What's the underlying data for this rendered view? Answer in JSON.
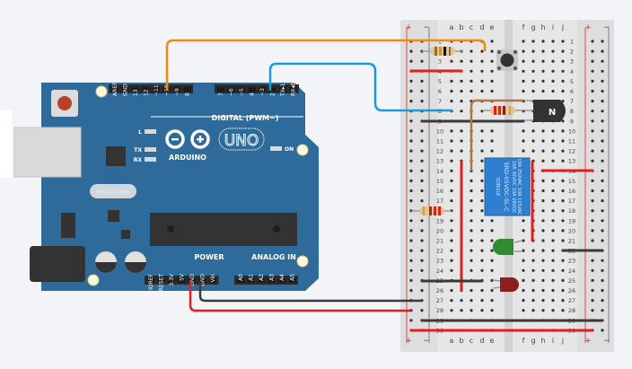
{
  "arduino": {
    "brand": "ARDUINO",
    "model": "UNO",
    "crystal_label": "SPK16.000G",
    "digital_header_label": "DIGITAL (PWM~)",
    "power_header_label": "POWER",
    "analog_header_label": "ANALOG IN",
    "led_labels": {
      "l": "L",
      "tx": "TX",
      "rx": "RX",
      "on": "ON"
    },
    "digital_pins_left": [
      "AREF",
      "GND",
      "13",
      "12",
      "~11",
      "~10",
      "~9",
      "8"
    ],
    "digital_pins_right": [
      "7",
      "~6",
      "~5",
      "4",
      "~3",
      "2",
      "TX▸1",
      "RX◂0"
    ],
    "power_pins": [
      "IOREF",
      "RESET",
      "3.3V",
      "5V",
      "GND",
      "GND",
      "Vin"
    ],
    "analog_pins": [
      "A0",
      "A1",
      "A2",
      "A3",
      "A4",
      "A5"
    ],
    "colors": {
      "board": "#2f6b9a",
      "header": "#2b2b2b",
      "silk": "#ffffff"
    }
  },
  "breadboard": {
    "columns_left": [
      "a",
      "b",
      "c",
      "d",
      "e"
    ],
    "columns_right": [
      "f",
      "g",
      "h",
      "i",
      "j"
    ],
    "rail_plus": "+",
    "rail_minus": "−",
    "row_count": 30,
    "colors": {
      "body": "#e3e3e3",
      "rail_plus": "#d12a2a",
      "rail_minus": "#555555"
    }
  },
  "components": {
    "relay": {
      "brand": "SONGLE",
      "model": "SRD-05VDC-SL-C",
      "ratings": [
        "10A 250VAC  10A 125VAC",
        "10A 30VDC  10A 28VDC"
      ]
    },
    "transistor": {
      "label": "N"
    },
    "led_green": {
      "color": "#2e8b32"
    },
    "led_red": {
      "color": "#8b1f1f"
    },
    "pushbutton": {
      "type": "tactile"
    },
    "resistors": [
      "r1",
      "r2",
      "r3"
    ]
  },
  "wires": {
    "orange": "#f08a12",
    "blue": "#1a9ad6",
    "brown": "#a87845",
    "red": "#e02020",
    "black": "#3a3a3a"
  }
}
